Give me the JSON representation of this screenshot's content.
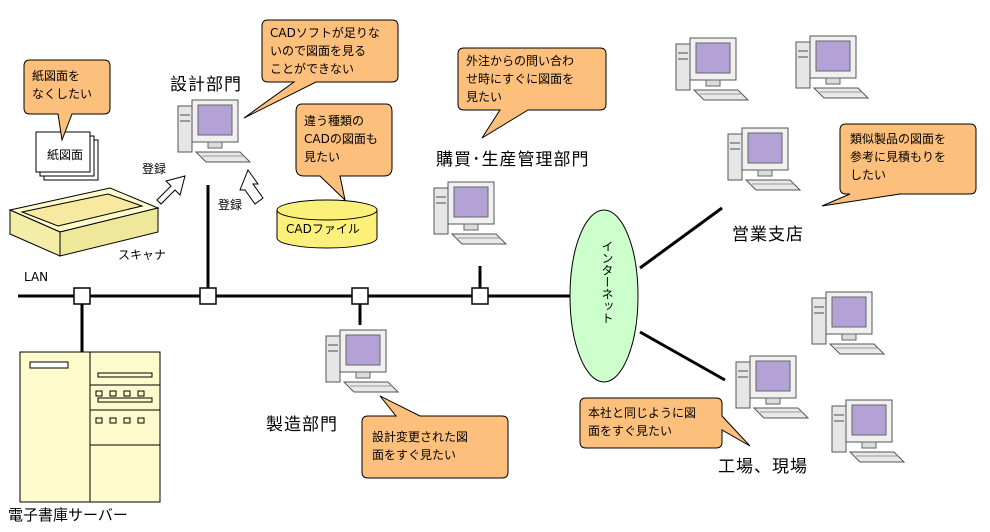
{
  "departments": {
    "design": "設計部門",
    "purchasing": "購買･生産管理部門",
    "sales": "営業支店",
    "manufacturing": "製造部門",
    "factory": "工場、現場"
  },
  "labels": {
    "lan": "LAN",
    "server": "電子書庫サーバー",
    "scanner": "スキャナ",
    "paper": "紙図面",
    "cad_file": "CADファイル",
    "register_1": "登録",
    "register_2": "登録",
    "internet": "インターネット"
  },
  "bubbles": {
    "paper_wish": "紙図面を\nなくしたい",
    "cad_software": "CADソフトが足りな\nいので図面を見る\nことができない",
    "cad_types": "違う種類の\nCADの図面も\n見たい",
    "outsourcing": "外注からの問い合わ\nせ時にすぐに図面を\n見たい",
    "similar_products": "類似製品の図面を\n参考に見積もりを\nしたい",
    "design_change": "設計変更された図\n面をすぐ見たい",
    "factory_view": "本社と同じように図\n面をすぐ見たい"
  },
  "colors": {
    "bubble_fill": "#fcc07c",
    "cad_fill": "#fbf07a",
    "internet_fill": "#ccffcc",
    "server_fill": "#fdfbcc",
    "screen_fill": "#b4a2d6",
    "computer_fill": "#eeeeee"
  },
  "icons": {
    "computer": "desktop-computer-icon",
    "scanner": "scanner-icon",
    "server": "server-rack-icon",
    "database": "database-cylinder-icon"
  }
}
